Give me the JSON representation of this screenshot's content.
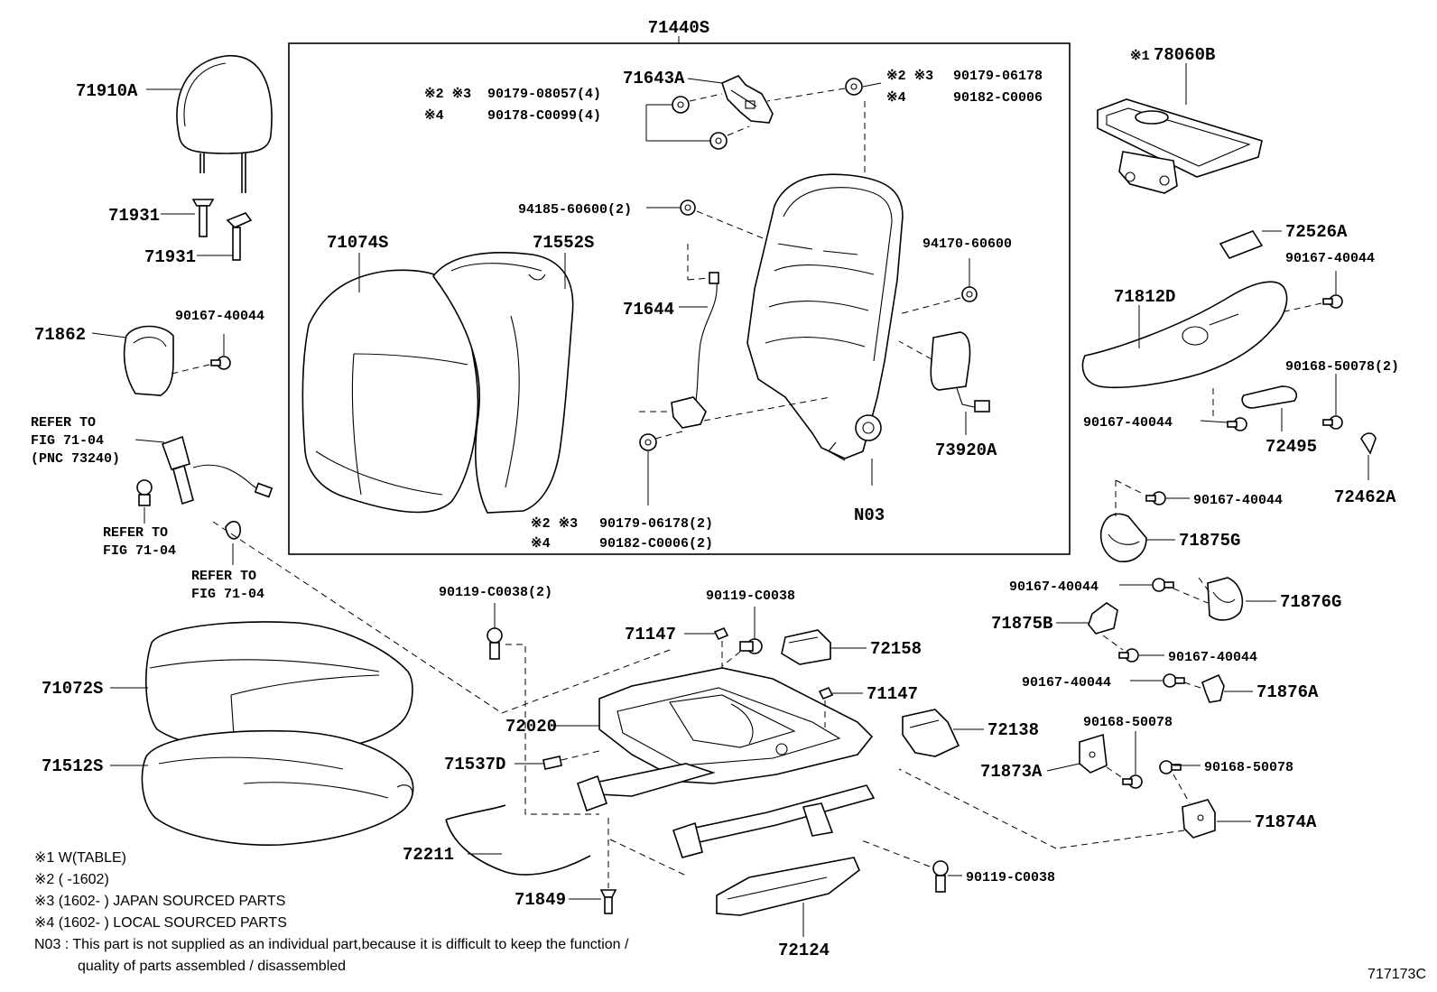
{
  "parts": {
    "p71440S": "71440S",
    "p71910A": "71910A",
    "p71931a": "71931",
    "p71931b": "71931",
    "p71862": "71862",
    "p90167_40044_a": "90167-40044",
    "p71643A": "71643A",
    "p90179_08057": "90179-08057(4)",
    "p90178_C0099": "90178-C0099(4)",
    "p90179_06178": "90179-06178",
    "p90182_C0006": "90182-C0006",
    "p94185_60600": "94185-60600(2)",
    "p71074S": "71074S",
    "p71552S": "71552S",
    "p94170_60600": "94170-60600",
    "p71644": "71644",
    "p73920A": "73920A",
    "pN03": "N03",
    "p90179_06178_2": "90179-06178(2)",
    "p90182_C0006_2": "90182-C0006(2)",
    "p78060B": "78060B",
    "p72526A": "72526A",
    "p90167_40044_b": "90167-40044",
    "p71812D": "71812D",
    "p90168_50078_2": "90168-50078(2)",
    "p90167_40044_c": "90167-40044",
    "p72495": "72495",
    "p72462A": "72462A",
    "p90167_40044_d": "90167-40044",
    "p71875G": "71875G",
    "p90167_40044_e": "90167-40044",
    "p71876G": "71876G",
    "p71875B": "71875B",
    "p90167_40044_f": "90167-40044",
    "p90167_40044_g": "90167-40044",
    "p71876A": "71876A",
    "p90168_50078_a": "90168-50078",
    "p90168_50078_b": "90168-50078",
    "p71873A": "71873A",
    "p71874A": "71874A",
    "p90119_C0038_2": "90119-C0038(2)",
    "p90119_C0038_a": "90119-C0038",
    "p71147a": "71147",
    "p72158": "72158",
    "p71147b": "71147",
    "p72020": "72020",
    "p72138": "72138",
    "p71537D": "71537D",
    "p72211": "72211",
    "p71849": "71849",
    "p90119_C0038_b": "90119-C0038",
    "p72124": "72124",
    "p71072S": "71072S",
    "p71512S": "71512S"
  },
  "marks": {
    "m23a": "※2 ※3",
    "m4a": "※4",
    "m23b": "※2 ※3",
    "m4b": "※4",
    "m23c": "※2 ※3",
    "m4c": "※4",
    "m1": "※1"
  },
  "refs": {
    "r1_line1": "REFER TO",
    "r1_line2": "FIG 71-04",
    "r1_line3": "(PNC 73240)",
    "r2_line1": "REFER TO",
    "r2_line2": "FIG 71-04",
    "r3_line1": "REFER TO",
    "r3_line2": "FIG 71-04"
  },
  "notes": {
    "n1": "※1  W(TABLE)",
    "n2": "※2 (        -1602)",
    "n3": "※3 (1602-        ) JAPAN SOURCED PARTS",
    "n4": "※4 (1602-        ) LOCAL SOURCED PARTS",
    "n5": "N03 : This part is not supplied as an individual part,because it is difficult to keep the function /",
    "n6": "quality of parts assembled / disassembled"
  },
  "figure_code": "717173C"
}
